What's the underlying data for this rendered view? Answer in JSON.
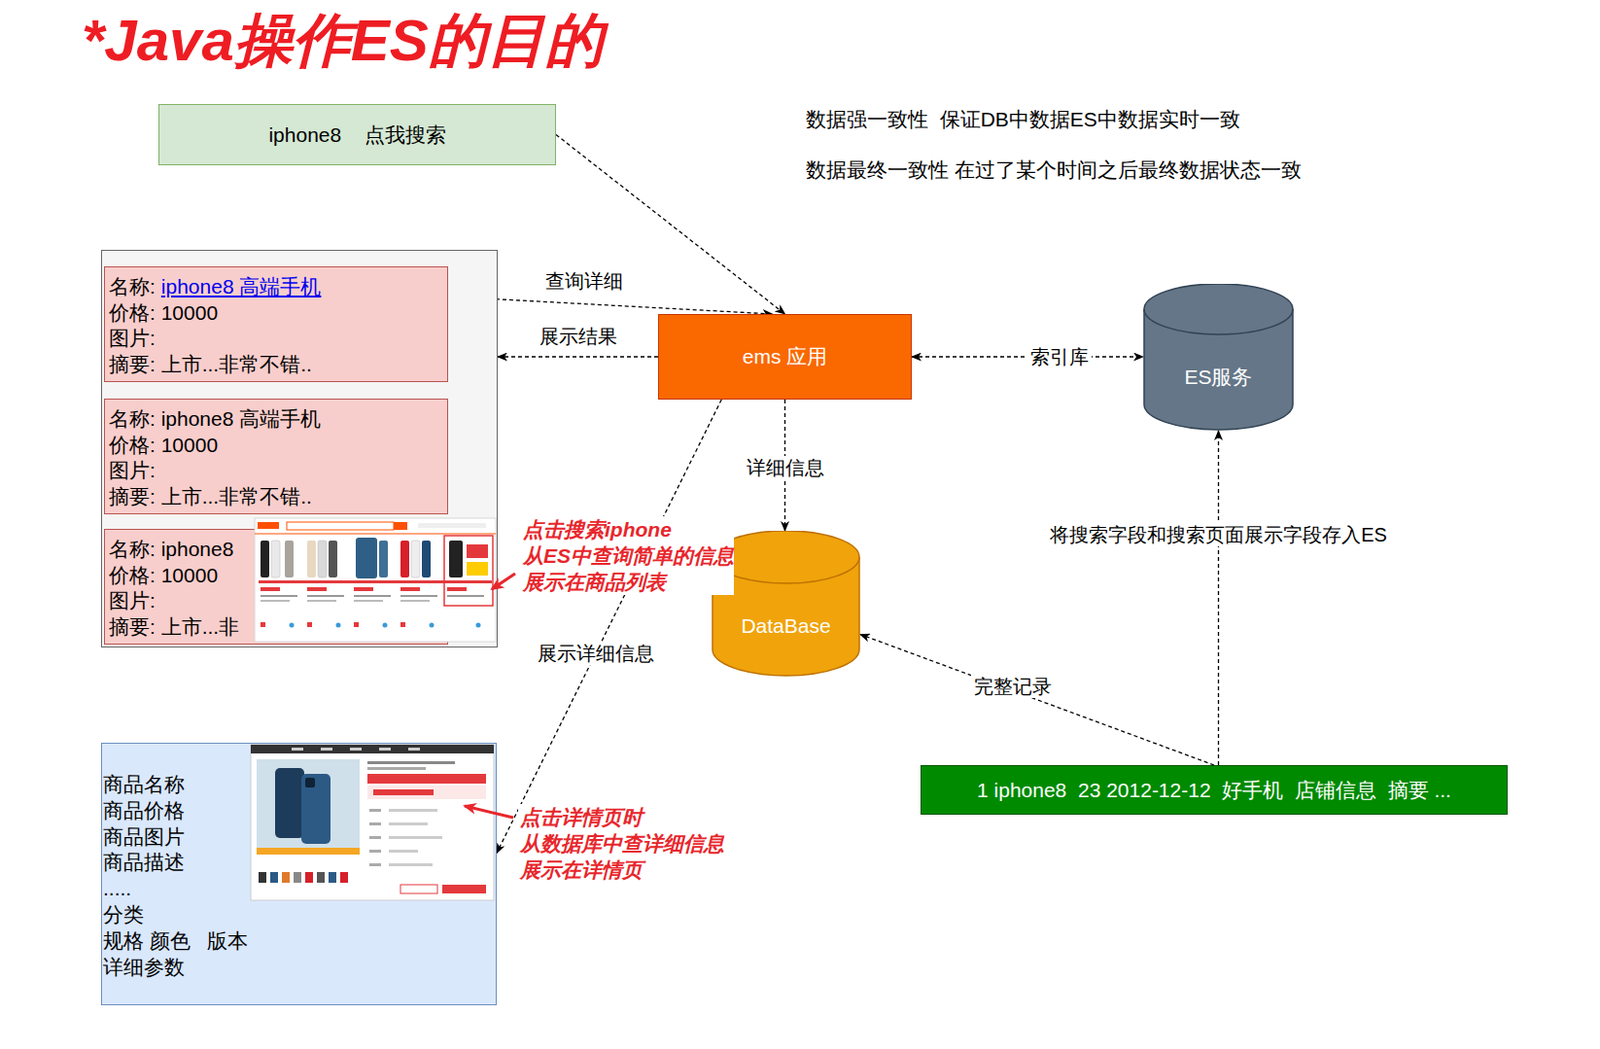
{
  "diagram": {
    "title": "*Java操作ES的目的",
    "nodes": [
      {
        "text": [
          "iphone8    点我搜索"
        ]
      },
      {
        "text": []
      },
      {
        "text": [
          "名称:",
          "iphone8 高端手机",
          "价格: 10000",
          "图片:",
          "摘要: 上市...非常不错.."
        ],
        "in": 1
      },
      {
        "text": [
          "名称: iphone8 高端手机",
          "价格: 10000",
          "图片:",
          "摘要: 上市...非常不错.."
        ],
        "in": 1
      },
      {
        "text": [
          "名称: iphone8",
          "价格: 10000",
          "图片:",
          "摘要: 上市...非"
        ],
        "in": 1
      },
      {
        "text": [
          "ems 应用"
        ]
      },
      {
        "text": [
          "ES服务"
        ]
      },
      {
        "text": [
          "DataBase"
        ]
      },
      {
        "text": [
          "商品名称",
          "商品价格",
          "商品图片",
          "商品描述",
          ".....",
          "分类",
          "规格 颜色   版本",
          "详细参数"
        ]
      },
      {
        "text": [
          "1 iphone8  23 2012-12-12  好手机  店铺信息  摘要 ..."
        ]
      }
    ],
    "edges": [
      {
        "from": 0,
        "to": 5,
        "arrow": "to"
      },
      {
        "from": 2,
        "to": 5,
        "label": "查询详细",
        "arrow": "to"
      },
      {
        "from": 5,
        "to": 1,
        "label": "展示结果",
        "arrow": "to"
      },
      {
        "from": 5,
        "to": 6,
        "label": "索引库",
        "arrow": "both"
      },
      {
        "from": 5,
        "to": 7,
        "label": "详细信息",
        "arrow": "to"
      },
      {
        "from": 5,
        "to": 8,
        "label": "展示详细信息",
        "arrow": "to"
      },
      {
        "from": 9,
        "to": 7,
        "label": "完整记录",
        "arrow": "to"
      },
      {
        "from": 9,
        "to": 6,
        "label": "将搜索字段和搜索页面展示字段存入ES",
        "arrow": "to"
      }
    ],
    "labels": [
      "数据强一致性  保证DB中数据ES中数据实时一致",
      "数据最终一致性 在过了某个时间之后最终数据状态一致",
      "点击搜索iphone 从ES中查询简单的信息 展示在商品列表",
      "点击详情页时 从数据库中查详细信息 展示在详情页"
    ]
  }
}
